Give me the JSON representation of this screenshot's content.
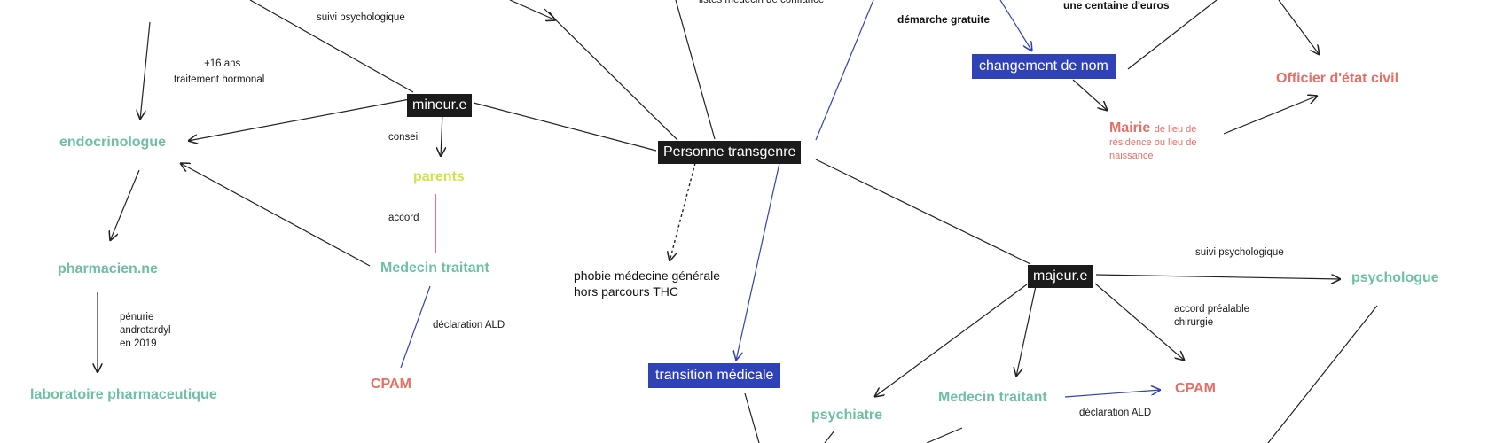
{
  "nodes": {
    "personne": "Personne transgenre",
    "mineur": "mineur.e",
    "majeur": "majeur.e",
    "endocrinologue": "endocrinologue",
    "pharmacien": "pharmacien.ne",
    "laboratoire": "laboratoire pharmaceutique",
    "parents": "parents",
    "medecin_traitant_left": "Medecin traitant",
    "cpam_left": "CPAM",
    "phobie_line1": "phobie médecine générale",
    "phobie_line2": "hors parcours THC",
    "transition": "transition médicale",
    "changement_nom": "changement de nom",
    "mairie_title": "Mairie",
    "mairie_rest": "de lieu de",
    "mairie_line2": "résidence ou lieu de",
    "mairie_line3": "naissance",
    "officier": "Officier d'état civil",
    "psychologue": "psychologue",
    "psychiatre": "psychiatre",
    "medecin_traitant_right": "Medecin traitant",
    "cpam_right": "CPAM"
  },
  "labels": {
    "suivi_psy_top": "suivi psychologique",
    "plus16_line1": "+16 ans",
    "plus16_line2": "traitement hormonal",
    "conseil": "conseil",
    "accord": "accord",
    "penurie_line1": "pénurie",
    "penurie_line2": "androtardyl",
    "penurie_line3": "en 2019",
    "declaration_ald_left": "déclaration ALD",
    "listes_medecin": "listes médecin de confiance",
    "demarche": "démarche gratuite",
    "centaine": "une centaine d'euros",
    "suivi_psy_right": "suivi psychologique",
    "accord_prealable_line1": "accord préalable",
    "accord_prealable_line2": "chirurgie",
    "declaration_ald_right": "déclaration ALD"
  },
  "colors": {
    "black_edge": "#222222",
    "blue_edge": "#3042b8",
    "pink_edge": "#c2185b",
    "teal": "#6fbfa4",
    "salmon": "#e86f66",
    "lime": "#d2e24a",
    "dark_box": "#1b1b1b",
    "blue_box": "#3042b8"
  }
}
